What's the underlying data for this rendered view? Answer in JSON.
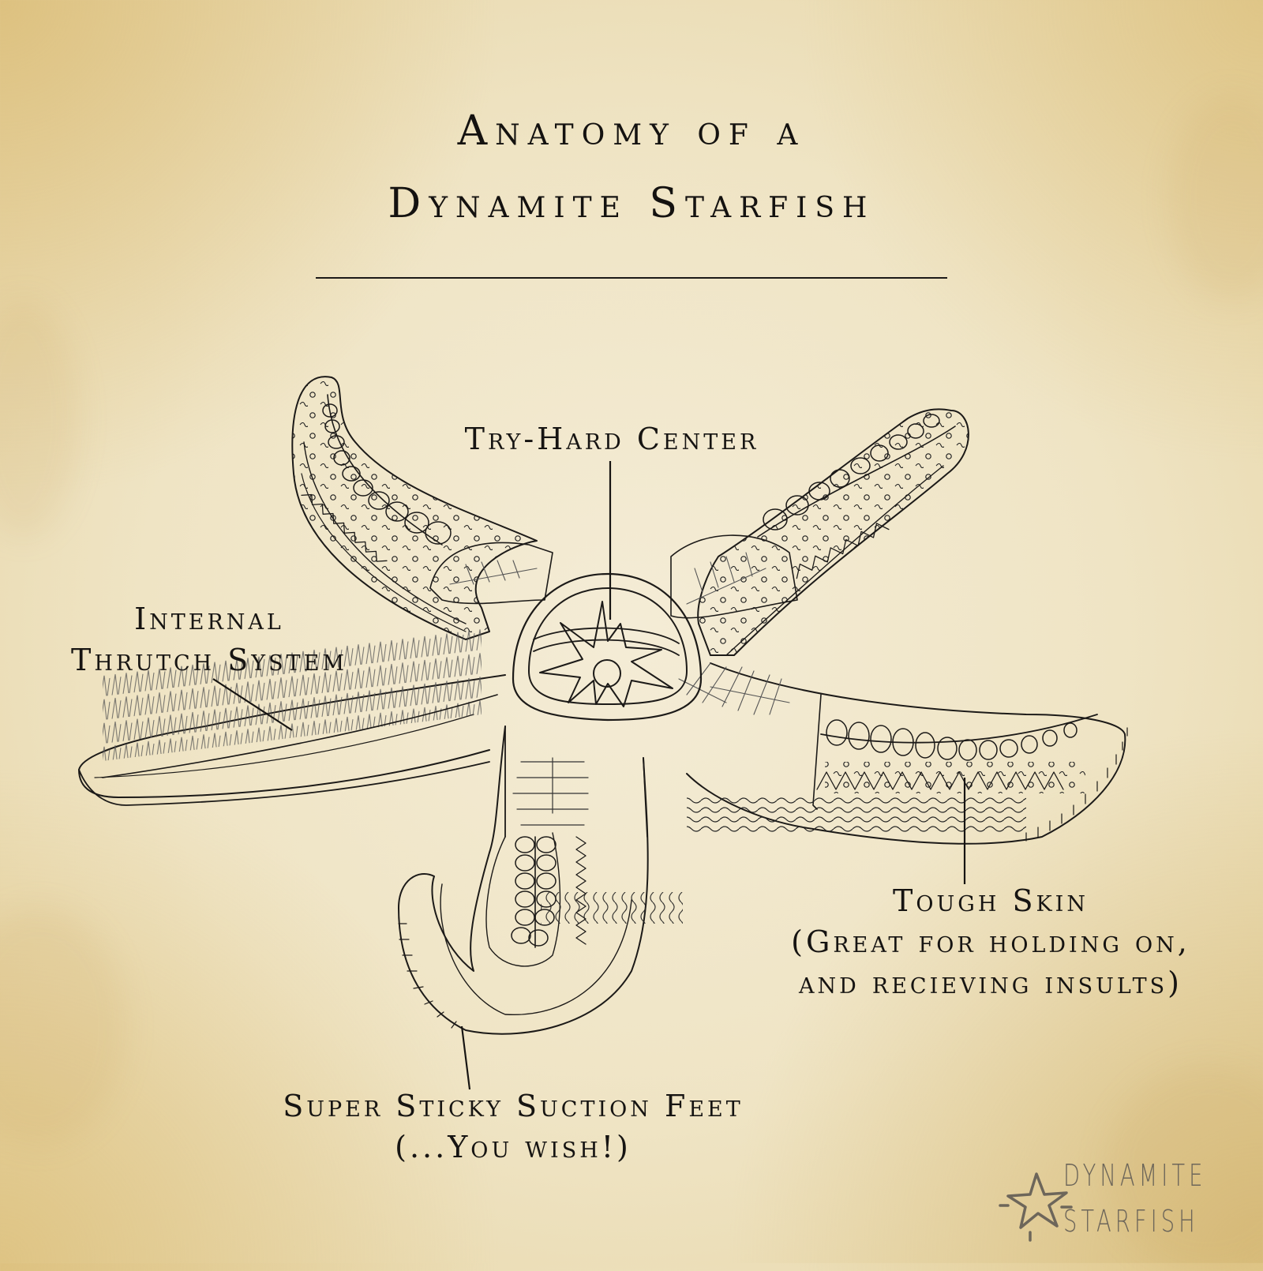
{
  "page": {
    "background_color": "#efe4c4",
    "ink_color": "#161412",
    "brand_color": "#6d665a"
  },
  "title": {
    "line1": "Anatomy of a",
    "line2": "Dynamite Starfish"
  },
  "labels": {
    "center": "Try-Hard Center",
    "thrutch_line1": "Internal",
    "thrutch_line2": "Thrutch System",
    "skin_line1": "Tough Skin",
    "skin_line2": "(Great for holding on,",
    "skin_line3": "and recieving insults)",
    "feet_line1": "Super Sticky Suction Feet",
    "feet_line2": "(...You wish!)"
  },
  "brand": {
    "icon": "star-outline-icon",
    "line1": "DYNAMITE",
    "line2": "STARFISH"
  }
}
